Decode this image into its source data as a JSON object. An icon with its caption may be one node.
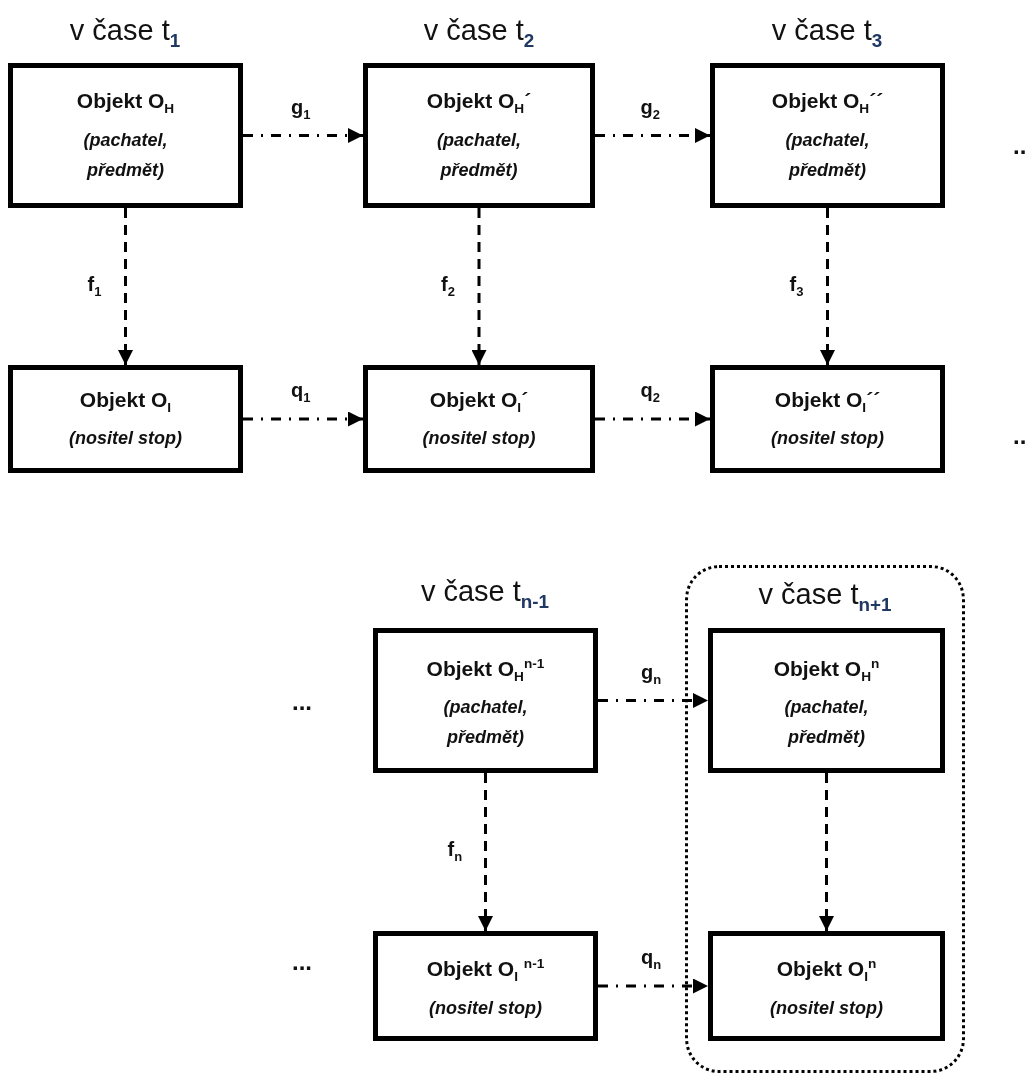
{
  "diagram": {
    "nodes": [
      {
        "text": [
          "Objekt O$_{H}$",
          "(pachatel, předmět)"
        ]
      },
      {
        "text": [
          "Objekt O$_{H}$´",
          "(pachatel, předmět)"
        ]
      },
      {
        "text": [
          "Objekt O$_{H}$´´",
          "(pachatel, předmět)"
        ]
      },
      {
        "text": [
          "Objekt O$_{I}$",
          "(nositel stop)"
        ]
      },
      {
        "text": [
          "Objekt O$_{I}$´",
          "(nositel stop)"
        ]
      },
      {
        "text": [
          "Objekt O$_{I}$´´",
          "(nositel stop)"
        ]
      },
      {
        "text": [
          "Objekt O$_{H}$$^{n-1}$",
          "(pachatel, předmět)"
        ]
      },
      {
        "text": [
          "v čase t$_{n+1}$"
        ]
      },
      {
        "text": [
          "Objekt O$_{H}$$^{n}$",
          "(pachatel, předmět)"
        ],
        "in": 7
      },
      {
        "text": [
          "Objekt O$_{I}$ $^{n-1}$",
          "(nositel stop)"
        ]
      },
      {
        "text": [
          "Objekt O$_{I}$$^{n}$",
          "(nositel stop)"
        ],
        "in": 7
      }
    ],
    "edges": [
      {
        "from": 0,
        "to": 1,
        "arrow": "to",
        "label": "g$_{1}$",
        "style": "dashed"
      },
      {
        "from": 1,
        "to": 2,
        "arrow": "to",
        "label": "g$_{2}$",
        "style": "dashed"
      },
      {
        "from": 0,
        "to": 3,
        "arrow": "to",
        "label": "f$_{1}$",
        "style": "dashed"
      },
      {
        "from": 1,
        "to": 4,
        "arrow": "to",
        "label": "f$_{2}$",
        "style": "dashed"
      },
      {
        "from": 2,
        "to": 5,
        "arrow": "to",
        "label": "f$_{3}$",
        "style": "dashed"
      },
      {
        "from": 3,
        "to": 4,
        "arrow": "to",
        "label": "q$_{1}$",
        "style": "dashed"
      },
      {
        "from": 4,
        "to": 5,
        "arrow": "to",
        "label": "q$_{2}$",
        "style": "dashed"
      },
      {
        "from": 6,
        "to": 8,
        "arrow": "to",
        "label": "g$_{n}$",
        "style": "dashed"
      },
      {
        "from": 6,
        "to": 9,
        "arrow": "to",
        "label": "f$_{n}$",
        "style": "dashed"
      },
      {
        "from": 8,
        "to": 10,
        "arrow": "to",
        "style": "dashed"
      },
      {
        "from": 9,
        "to": 10,
        "arrow": "to",
        "label": "q$_{n}$",
        "style": "dashed"
      }
    ],
    "labels": [
      "v čase t$_{1}$",
      "v čase t$_{2}$",
      "v čase t$_{3}$",
      "..",
      "..",
      "v čase t$_{n-1}$",
      "...",
      "..."
    ]
  }
}
